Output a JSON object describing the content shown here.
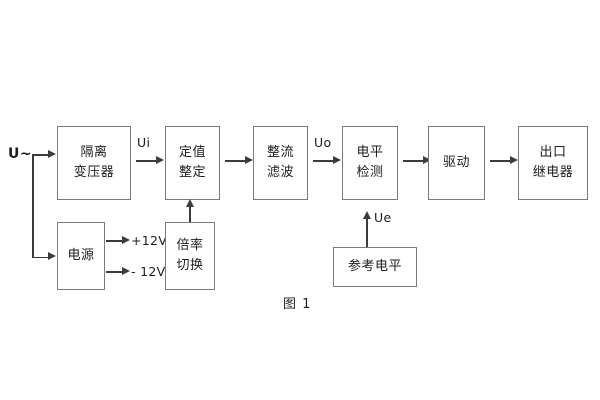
{
  "figure": {
    "caption": "图 1",
    "input_label": "U~"
  },
  "blocks": {
    "isolation_transformer": {
      "line1": "隔离",
      "line2": "变压器"
    },
    "setting_value": {
      "line1": "定值",
      "line2": "整定"
    },
    "rectify_filter": {
      "line1": "整流",
      "line2": "滤波"
    },
    "level_detect": {
      "line1": "电平",
      "line2": "检测"
    },
    "drive": {
      "line1": "驱动"
    },
    "output_relay": {
      "line1": "出口",
      "line2": "继电器"
    },
    "power_supply": {
      "line1": "电源"
    },
    "ratio_switch": {
      "line1": "倍率",
      "line2": "切换"
    },
    "reference_level": {
      "line1": "参考电平"
    }
  },
  "signal_labels": {
    "ui": "Ui",
    "uo": "Uo",
    "ue": "Ue",
    "pos12v": "+12V",
    "neg12v": "- 12V"
  },
  "colors": {
    "background": "#ffffff",
    "box_border": "#7b7b7b",
    "wire": "#3c3c3c",
    "text": "#1d1d1d"
  }
}
